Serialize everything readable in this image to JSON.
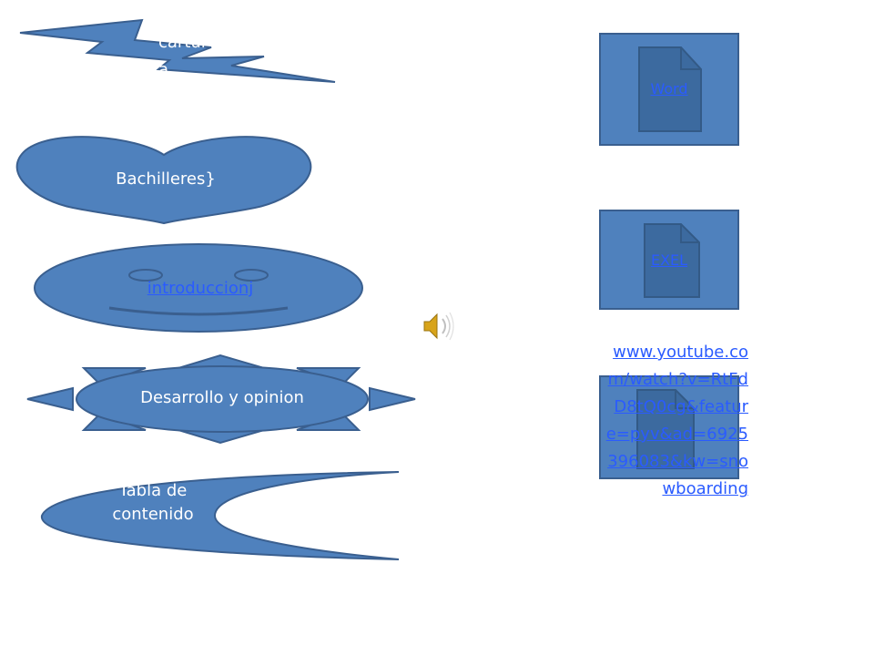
{
  "shapes": {
    "lightning_label": "cartul\na",
    "heart_label": "Bachilleres}",
    "smiley_label": "introduccionj",
    "sun_label": "Desarrollo y opinion",
    "moon_label": "Tabla de\ncontenido"
  },
  "buttons": {
    "word_label": "Word",
    "excel_label": "EXEL"
  },
  "link": {
    "url": "www.youtube.com/watch?v=RtFdD8tQ0cg&feature=pyv&ad=6925396083&kw=snowboarding"
  },
  "icons": {
    "speaker": "speaker-icon",
    "document": "document-icon"
  },
  "colors": {
    "shape_fill": "#4f81bd",
    "shape_stroke": "#3a5f8f",
    "link": "#2a5bff"
  }
}
